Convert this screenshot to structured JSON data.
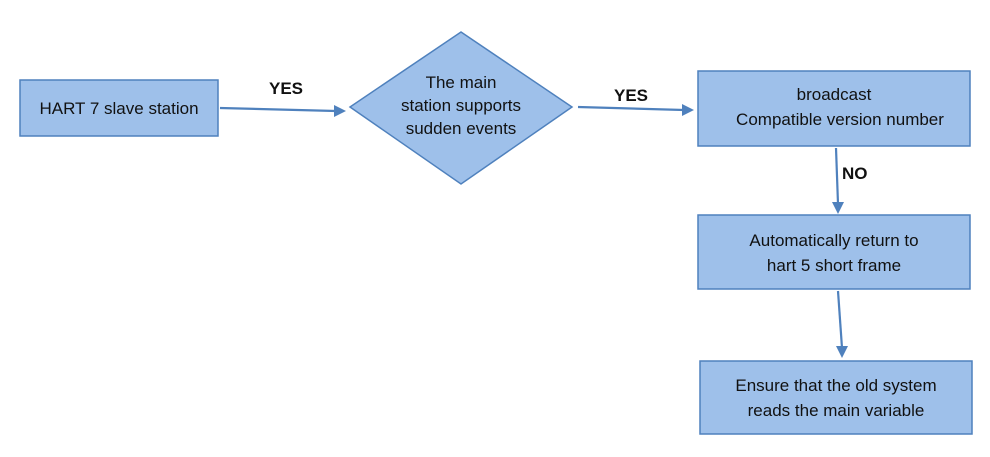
{
  "nodes": {
    "slave_station": {
      "lines": [
        "HART 7 slave station"
      ]
    },
    "decision": {
      "lines": [
        "The main",
        "station supports",
        "sudden events"
      ]
    },
    "broadcast": {
      "lines": [
        "broadcast",
        "Compatible version number"
      ]
    },
    "auto_return": {
      "lines": [
        "Automatically return to",
        "hart 5 short frame"
      ]
    },
    "ensure": {
      "lines": [
        "Ensure that the old system",
        "reads the main variable"
      ]
    }
  },
  "edges": {
    "slave_to_decision": {
      "label": "YES"
    },
    "decision_to_broadcast": {
      "label": "YES"
    },
    "broadcast_to_auto": {
      "label": "NO"
    },
    "auto_to_ensure": {
      "label": ""
    }
  },
  "colors": {
    "node_fill": "#9ec0ea",
    "node_border": "#4f81bd",
    "arrow": "#4f81bd"
  }
}
